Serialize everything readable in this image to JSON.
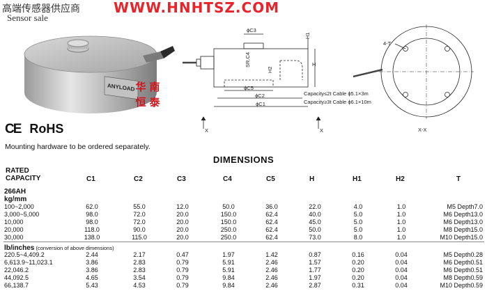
{
  "header": {
    "chinese_title": "高端传感器供应商",
    "subtitle": "Sensor sale",
    "url": "WWW.HNHTSZ.COM",
    "url_color": "#e8232a"
  },
  "photo": {
    "brand": "ANYLOAD",
    "stamp_chars": [
      "华",
      "南",
      "恒",
      "泰"
    ],
    "stamp_color": "#d2141c"
  },
  "drawing": {
    "c3": "ϕC3",
    "h1": "H1",
    "sr": "SR.C4",
    "h2": "H2",
    "h": "H",
    "c5": "ϕC5",
    "c2": "ϕC2",
    "c1": "ϕC1",
    "x_left": "X",
    "x_right": "X",
    "cable_1": "Capacity≤2t  Cable ϕ5.1×3m",
    "cable_2": "Capacity≥3t  Cable ϕ6.1×10m",
    "t_label": "4-T",
    "xx": "X-X"
  },
  "certifications": {
    "ce": "CE",
    "rohs": "RoHS"
  },
  "note": "Mounting hardware to be ordered separately.",
  "table": {
    "title": "DIMENSIONS",
    "rated_line1": "RATED",
    "rated_line2": "CAPACITY",
    "columns": [
      "C1",
      "C2",
      "C3",
      "C4",
      "C5",
      "H",
      "H1",
      "H2",
      "T"
    ],
    "model": "266AH",
    "metric_unit": "kg/mm",
    "metric_rows": [
      {
        "cap": "100~2,000",
        "vals": [
          "62.0",
          "55.0",
          "12.0",
          "50.0",
          "36.0",
          "22.0",
          "4.0",
          "1.0"
        ],
        "t": "M5 Depth7.0"
      },
      {
        "cap": "3,000~5,000",
        "vals": [
          "98.0",
          "72.0",
          "20.0",
          "150.0",
          "62.4",
          "40.0",
          "5.0",
          "1.0"
        ],
        "t": "M6 Depth13.0"
      },
      {
        "cap": "10,000",
        "vals": [
          "98.0",
          "72.0",
          "20.0",
          "150.0",
          "62.4",
          "45.0",
          "5.0",
          "1.0"
        ],
        "t": "M6 Depth13.0"
      },
      {
        "cap": "20,000",
        "vals": [
          "118.0",
          "90.0",
          "20.0",
          "250.0",
          "62.4",
          "50.0",
          "5.0",
          "1.0"
        ],
        "t": "M8 Depth15.0"
      },
      {
        "cap": "30,000",
        "vals": [
          "138.0",
          "115.0",
          "20.0",
          "250.0",
          "62.4",
          "73.0",
          "8.0",
          "1.0"
        ],
        "t": "M10 Depth15.0"
      }
    ],
    "imperial_unit": "lb/inches",
    "imperial_note": " (conversion of above dimensions)",
    "imperial_rows": [
      {
        "cap": "220.5~4,409.2",
        "vals": [
          "2.44",
          "2.17",
          "0.47",
          "1.97",
          "1.42",
          "0.87",
          "0.16",
          "0.04"
        ],
        "t": "M5 Depth0.28"
      },
      {
        "cap": "6,613.9~11,023.1",
        "vals": [
          "3.86",
          "2.83",
          "0.79",
          "5.91",
          "2.46",
          "1.57",
          "0.20",
          "0.04"
        ],
        "t": "M6 Depth0.51"
      },
      {
        "cap": "22,046.2",
        "vals": [
          "3.86",
          "2.83",
          "0.79",
          "5.91",
          "2.46",
          "1.77",
          "0.20",
          "0.04"
        ],
        "t": "M6 Depth0.51"
      },
      {
        "cap": "44,092.5",
        "vals": [
          "4.65",
          "3.54",
          "0.79",
          "9.84",
          "2.46",
          "1.97",
          "0.20",
          "0.04"
        ],
        "t": "M8 Depth0.59"
      },
      {
        "cap": "66,138.7",
        "vals": [
          "5.43",
          "4.53",
          "0.79",
          "9.84",
          "2.46",
          "2.87",
          "0.31",
          "0.04"
        ],
        "t": "M10 Depth0.59"
      }
    ]
  }
}
